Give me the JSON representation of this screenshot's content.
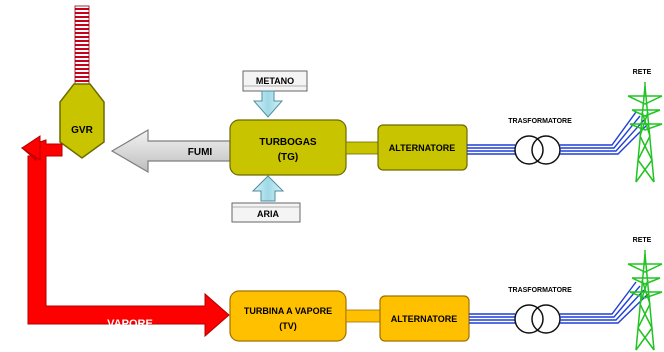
{
  "labels": {
    "gvr": "GVR",
    "metano": "METANO",
    "turbogas_line1": "TURBOGAS",
    "turbogas_line2": "(TG)",
    "fumi": "FUMI",
    "aria": "ARIA",
    "alternatore_top": "ALTERNATORE",
    "trasformatore_top": "TRASFORMATORE",
    "rete_top": "RETE",
    "vapore": "VAPORE",
    "turbina_line1": "TURBINA A VAPORE",
    "turbina_line2": "(TV)",
    "alternatore_bottom": "ALTERNATORE",
    "trasformatore_bottom": "TRASFORMATORE",
    "rete_bottom": "RETE"
  },
  "colors": {
    "olive": "#c8c400",
    "olive_dark": "#7d7b00",
    "orange": "#ffc000",
    "orange_dark": "#b07a00",
    "red": "#ff0000",
    "line_blue": "#1f3fd6",
    "tower_green": "#22c322",
    "stack_red": "#c9001b",
    "gray_arrow": "#dcdcdc",
    "cyan_arrow": "#aee3ee"
  }
}
